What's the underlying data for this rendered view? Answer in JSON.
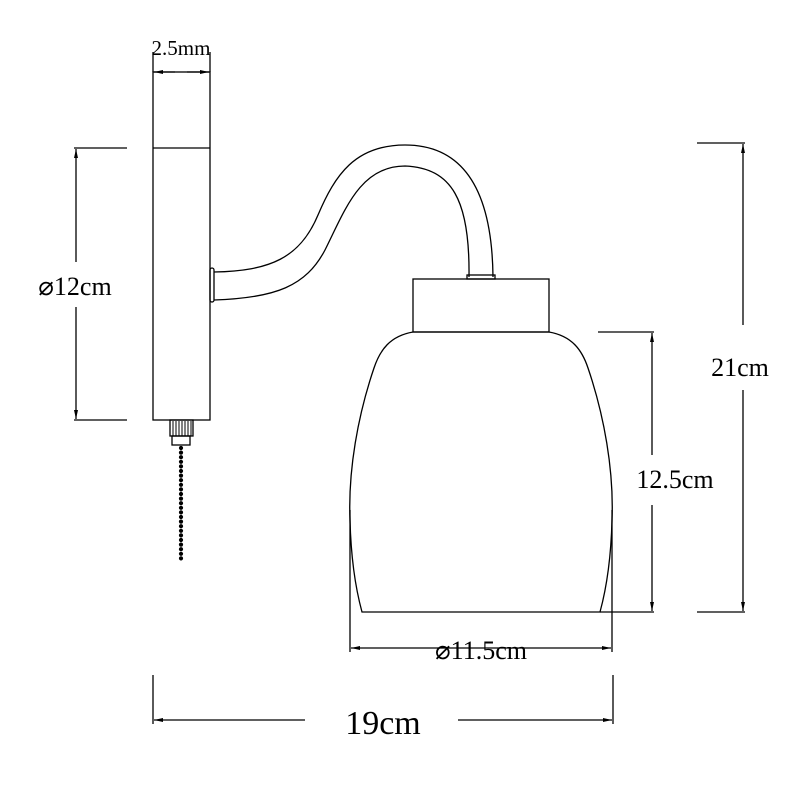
{
  "title": "Wall lamp dimension drawing",
  "dimensions": {
    "backplate_thickness": "2.5mm",
    "backplate_diameter": "⌀12cm",
    "total_height": "21cm",
    "shade_height": "12.5cm",
    "shade_diameter": "⌀11.5cm",
    "total_depth": "19cm"
  },
  "colors": {
    "line": "#000000",
    "background": "#ffffff"
  }
}
